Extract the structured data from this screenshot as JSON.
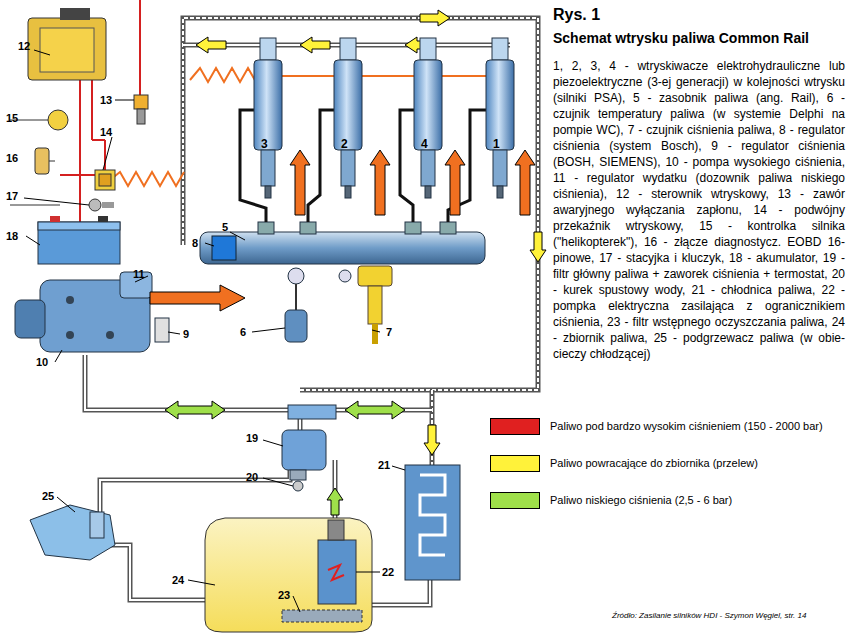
{
  "diagram": {
    "title": "Schemat wtrysku paliwa Common Rail",
    "caption": "Źródło: Zasilanie silników HDI - Szymon Węgiel, str. 14",
    "labels": [
      "Rys. 1",
      "1, 2, 3, 4 - wtryskiwacze elektrohydrauliczne lub piezoelektryczne (3-ej generacji) w kolejności wtrysku (silniki PSA), 5 - zasobnik paliwa (ang. Rail), 6 - czujnik temperatury paliwa (w systemie Delphi na pompie WC), 7 - czujnik ciśnienia paliwa, 8 - regulator ciśnienia (system Bosch), 9 - regulator ciśnienia (BOSH, SIEMENS), 10 - pompa wysokiego ciśnienia, 11 - regulator wydatku (dozownik paliwa niskiego ciśnienia), 12 - sterownik wtryskowy, 13 - zawór awaryjnego wyłączania zapłonu, 14 - podwójny przekaźnik wtryskowy, 15 - kontrolka silnika (\"helikopterek\"), 16 - złącze diagnostycz. EOBD 16-pinowe, 17 - stacyjka i kluczyk, 18 - akumulator, 19 - filtr główny paliwa + zaworek ciśnienia + termostat, 20 - kurek spustowy wody, 21 - chłodnica paliwa, 22 - pompka elektryczna zasilająca z ogranicznikiem ciśnienia, 23 - filtr wstępnego oczyszczania paliwa, 24 - zbiornik paliwa, 25 - podgrzewacz paliwa (w obie- cieczy chłodzącej)",
      "12",
      "13",
      "15",
      "14",
      "16",
      "17",
      "18",
      "11",
      "5",
      "8",
      "9",
      "6",
      "7",
      "10",
      "3",
      "2",
      "4",
      "1",
      "19",
      "20",
      "21",
      "25",
      "24",
      "23",
      "22"
    ],
    "legend": [
      {
        "text": "Paliwo pod bardzo wysokim ciśnieniem (150 - 2000 bar)",
        "color": "#e02020"
      },
      {
        "text": "Paliwo powracające do zbiornika (przelew)",
        "color": "#fff23a"
      },
      {
        "text": "Paliwo niskiego ciśnienia (2,5 - 6 bar)",
        "color": "#9fe04a"
      }
    ]
  }
}
